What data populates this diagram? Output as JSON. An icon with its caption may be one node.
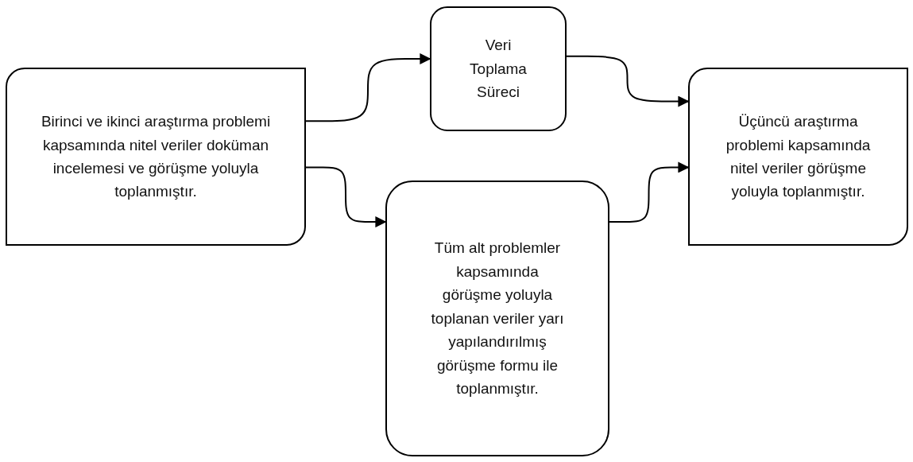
{
  "diagram": {
    "nodes": [
      {
        "text": [
          "Birinci ve ikinci araştırma problemi kapsamında nitel veriler doküman incelemesi ve görüşme yoluyla toplanmıştır."
        ]
      },
      {
        "text": [
          "Veri Toplama Süreci"
        ]
      },
      {
        "text": [
          "Tüm alt problemler kapsamında görüşme yoluyla toplanan veriler yarı yapılandırılmış görüşme formu ile toplanmıştır."
        ]
      },
      {
        "text": [
          "Üçüncü araştırma problemi kapsamında nitel veriler görüşme yoluyla toplanmıştır."
        ]
      }
    ],
    "edges": [
      {
        "from": 0,
        "to": 1,
        "arrow": "to"
      },
      {
        "from": 0,
        "to": 2,
        "arrow": "to"
      },
      {
        "from": 1,
        "to": 3,
        "arrow": "to"
      },
      {
        "from": 2,
        "to": 3,
        "arrow": "to"
      }
    ]
  }
}
